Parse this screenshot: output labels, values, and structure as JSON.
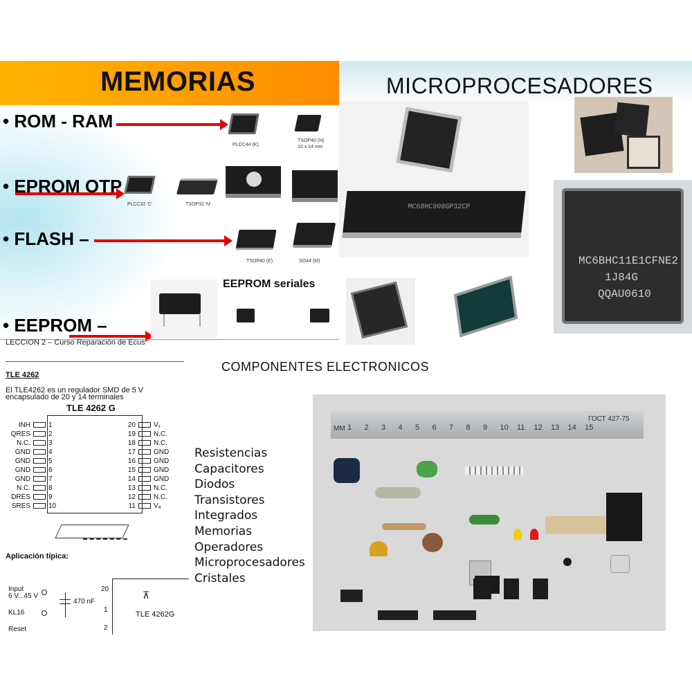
{
  "header": {
    "memorias": "MEMORIAS",
    "microprocesadores": "MICROPROCESADORES"
  },
  "memory_types": [
    {
      "label": "• ROM - RAM"
    },
    {
      "label": "• EPROM OTP"
    },
    {
      "label": "• FLASH –"
    },
    {
      "label": "• EEPROM –"
    }
  ],
  "chip_captions": {
    "plcc44": "PLCC44 (K)",
    "tsop40": "TSOP40 (N)",
    "tsop40_size": "10 x 14 mm",
    "plcc32": "PLCC32 'C'",
    "tsop32": "TSOP32 'N'",
    "tsop40b": "TSOP40 (E)",
    "so44": "SO44 (M)",
    "eeprom_seriales": "EEPROM seriales"
  },
  "micro_markings": {
    "mc68hc908": "MC68HC908GP32CP",
    "mc6bhc11": "MC6BHC11E1CFNE2",
    "lot": "1J84G",
    "code": "QQAU0610"
  },
  "leccion": "LECCION 2 – Curso Reparación de Ecus",
  "componentes_title": "COMPONENTES ELECTRONICOS",
  "tle": {
    "title": "TLE 4262",
    "desc_line1": "El TLE4262  es un regulador SMD de 5 V",
    "desc_line2": "encapsulado de 20 y 14 terminales",
    "chip_name": "TLE 4262 G",
    "left_pins": [
      {
        "name": "INH",
        "num": "1"
      },
      {
        "name": "QRES",
        "num": "2"
      },
      {
        "name": "N.C.",
        "num": "3"
      },
      {
        "name": "GND",
        "num": "4"
      },
      {
        "name": "GND",
        "num": "5"
      },
      {
        "name": "GND",
        "num": "6"
      },
      {
        "name": "GND",
        "num": "7"
      },
      {
        "name": "N.C.",
        "num": "8"
      },
      {
        "name": "DRES",
        "num": "9"
      },
      {
        "name": "SRES",
        "num": "10"
      }
    ],
    "right_pins": [
      {
        "name": "V₁",
        "num": "20"
      },
      {
        "name": "N.C.",
        "num": "19"
      },
      {
        "name": "N.C.",
        "num": "18"
      },
      {
        "name": "GND",
        "num": "17"
      },
      {
        "name": "GND",
        "num": "16"
      },
      {
        "name": "GND",
        "num": "15"
      },
      {
        "name": "GND",
        "num": "14"
      },
      {
        "name": "N.C.",
        "num": "13"
      },
      {
        "name": "N.C.",
        "num": "12"
      },
      {
        "name": "Vₐ",
        "num": "11"
      }
    ],
    "aplicacion": "Aplicación típica:",
    "input_label": "Input",
    "input_range": "6 V...45 V",
    "kl16": "KL16",
    "reset": "Reset",
    "cap": "470 nF",
    "pin20": "20",
    "pin1": "1",
    "pin2": "2",
    "ic_label": "TLE 4262G"
  },
  "components": [
    "Resistencias",
    "Capacitores",
    "Diodos",
    "Transistores",
    "Integrados",
    "Memorias",
    "Operadores",
    "Microprocesadores",
    "Cristales"
  ],
  "ruler": {
    "mark": "ГОСТ 427-75",
    "unit": "ММ",
    "ticks": [
      "1",
      "2",
      "3",
      "4",
      "5",
      "6",
      "7",
      "8",
      "9",
      "10",
      "11",
      "12",
      "13",
      "14",
      "15"
    ]
  },
  "colors": {
    "banner_orange": "#ff9a00",
    "arrow_red": "#e60000"
  }
}
